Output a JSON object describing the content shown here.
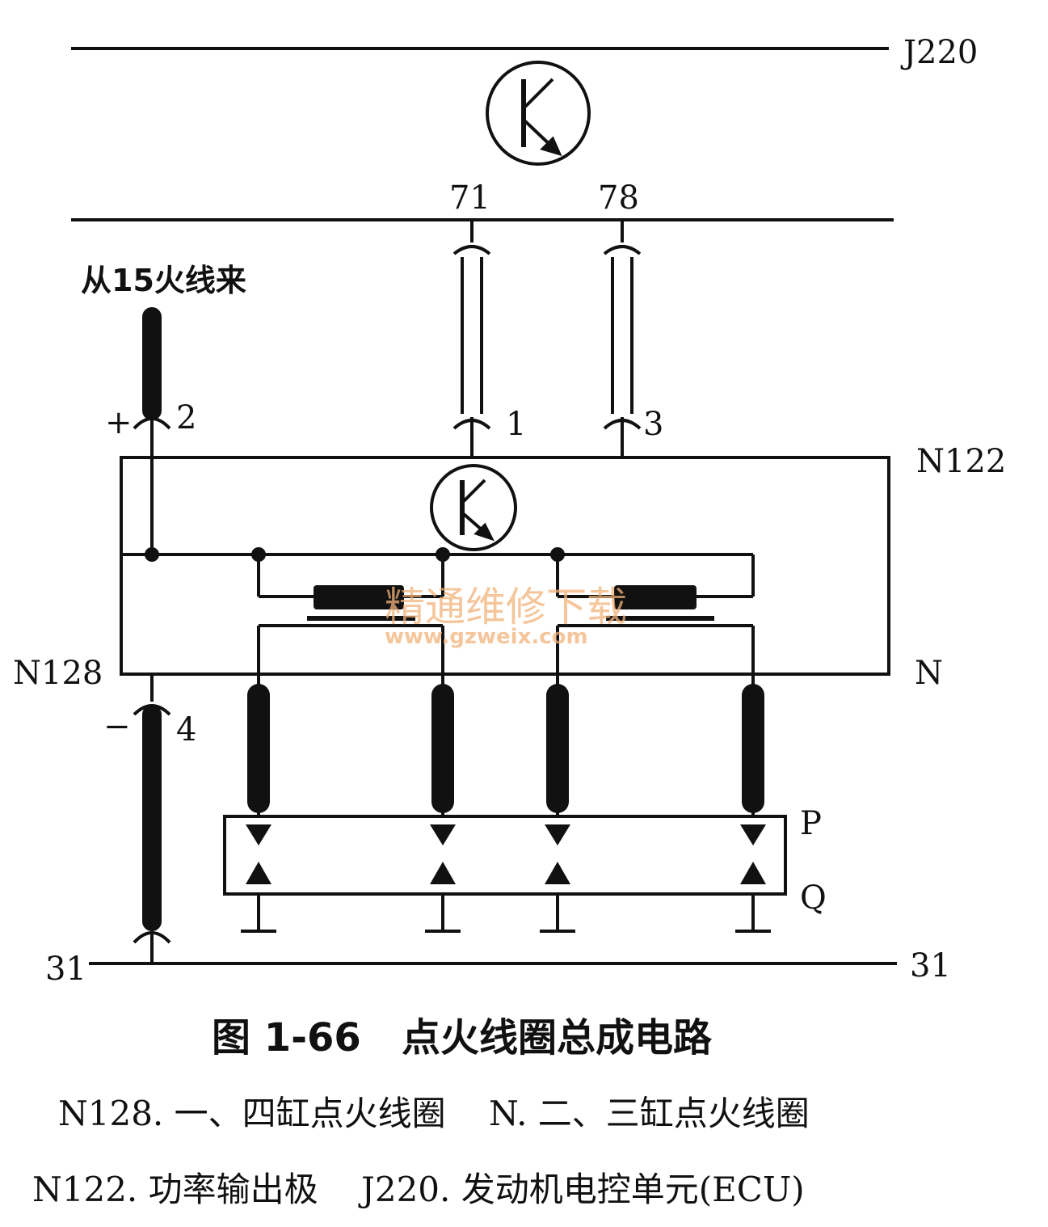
{
  "labels": {
    "ecu": "J220",
    "pin71": "71",
    "pin78": "78",
    "source": "从15火线来",
    "plus": "+",
    "pin2": "2",
    "pin1": "1",
    "pin3": "3",
    "module": "N122",
    "coil14": "N128",
    "coil23": "N",
    "minus": "−",
    "pin4": "4",
    "p": "P",
    "q": "Q",
    "ground_left": "31",
    "ground_right": "31"
  },
  "watermark": {
    "cn": "精通维修下载",
    "url": "www.gzweix.com"
  },
  "caption": {
    "title": "图 1-66   点火线圈总成电路",
    "line1": "N128. 一、四缸点火线圈    N. 二、三缸点火线圈",
    "line2": "N122. 功率输出极    J220. 发动机电控单元(ECU)"
  },
  "icons": [
    "transistor-icon",
    "ground-icon",
    "spark-plug-icon"
  ]
}
